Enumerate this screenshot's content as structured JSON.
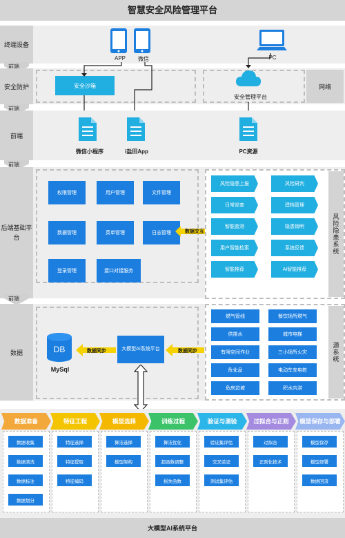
{
  "title": "智慧安全风险管理平台",
  "layers": {
    "terminal": "终端设备",
    "security": "安全防护",
    "frontend": "前端",
    "backend": "后端基础平台",
    "data": "数据",
    "network": "网络"
  },
  "arrow_label": "前端",
  "devices": {
    "app": "APP",
    "wechat": "微信",
    "pc": "PC"
  },
  "security": {
    "sandbox": "安全沙箱",
    "platform": "安全管理平台"
  },
  "frontend": {
    "mini": "微信小程序",
    "app": "i盐田App",
    "pc": "PC资源"
  },
  "backend_items": [
    "权限管理",
    "用户管理",
    "文件管理",
    "数据管理",
    "菜单管理",
    "日志管理",
    "登录管理",
    "接口对接服务"
  ],
  "exchange": "数据交互",
  "risk": {
    "label": "风险隐患系统",
    "items": [
      "风险隐患上报",
      "风险研判",
      "日常巡查",
      "建档管理",
      "智能监测",
      "隐患销明",
      "用户智能检索",
      "系统反馈",
      "智能推荐",
      "AI智能推荐"
    ]
  },
  "source": {
    "label": "源系统",
    "items": [
      "燃气管线",
      "餐饮场所燃气",
      "供排水",
      "城市电梯",
      "有限空间作业",
      "三小场所火灾",
      "危化品",
      "电动车充电桩",
      "危房边坡",
      "积水内涝"
    ]
  },
  "data_layer": {
    "db": "DB",
    "mysql": "MySql",
    "sync1": "数据同步",
    "sync2": "数据同步",
    "ai_platform": "大模型AI系统平台"
  },
  "ai": {
    "footer": "大模型AI系统平台",
    "columns": [
      {
        "head": "数据准备",
        "items": [
          "数据收集",
          "数据清洗",
          "数据标注",
          "数据划分"
        ]
      },
      {
        "head": "特征工程",
        "items": [
          "特征选择",
          "特征提取",
          "特征编码"
        ]
      },
      {
        "head": "模型选择",
        "items": [
          "算法选择",
          "模型架构"
        ]
      },
      {
        "head": "训练过程",
        "items": [
          "算法优化",
          "超函数调整",
          "损失函数"
        ]
      },
      {
        "head": "验证与测验",
        "items": [
          "验证集评估",
          "交叉验证",
          "测试集评估"
        ]
      },
      {
        "head": "过拟合与正则",
        "items": [
          "过拟合",
          "正则化技术"
        ]
      },
      {
        "head": "模型保存与部署",
        "items": [
          "模型保存",
          "模型部署",
          "数据回流"
        ]
      }
    ]
  },
  "colors": {
    "cyan": "#21aee0",
    "blue": "#1c7fe0",
    "yellow": "#f5d200"
  }
}
